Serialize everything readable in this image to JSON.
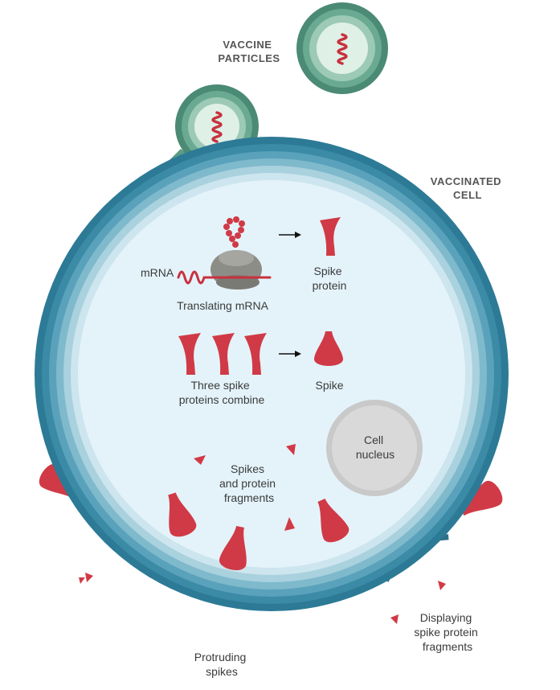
{
  "labels": {
    "vaccine_particles": [
      "VACCINE",
      "PARTICLES"
    ],
    "vaccinated_cell": [
      "VACCINATED",
      "CELL"
    ],
    "mrna": "mRNA",
    "translating_mrna": "Translating mRNA",
    "spike_protein": [
      "Spike",
      "protein"
    ],
    "three_spike": [
      "Three spike",
      "proteins combine"
    ],
    "spike": "Spike",
    "cell_nucleus": [
      "Cell",
      "nucleus"
    ],
    "spikes_fragments": [
      "Spikes",
      "and protein",
      "fragments"
    ],
    "protruding_spikes": [
      "Protruding",
      "spikes"
    ],
    "displaying_fragments": [
      "Displaying",
      "spike protein",
      "fragments"
    ]
  },
  "colors": {
    "spike_red": "#d03a46",
    "spike_dark": "#a8232f",
    "cell_inner": "#e4f3fa",
    "membrane_outer": "#3b8aa6",
    "vaccine_green": "#5a9b85",
    "nucleus": "#d4d4d4",
    "ribosome": "#8d8d88",
    "receptor": "#2f6f87"
  }
}
